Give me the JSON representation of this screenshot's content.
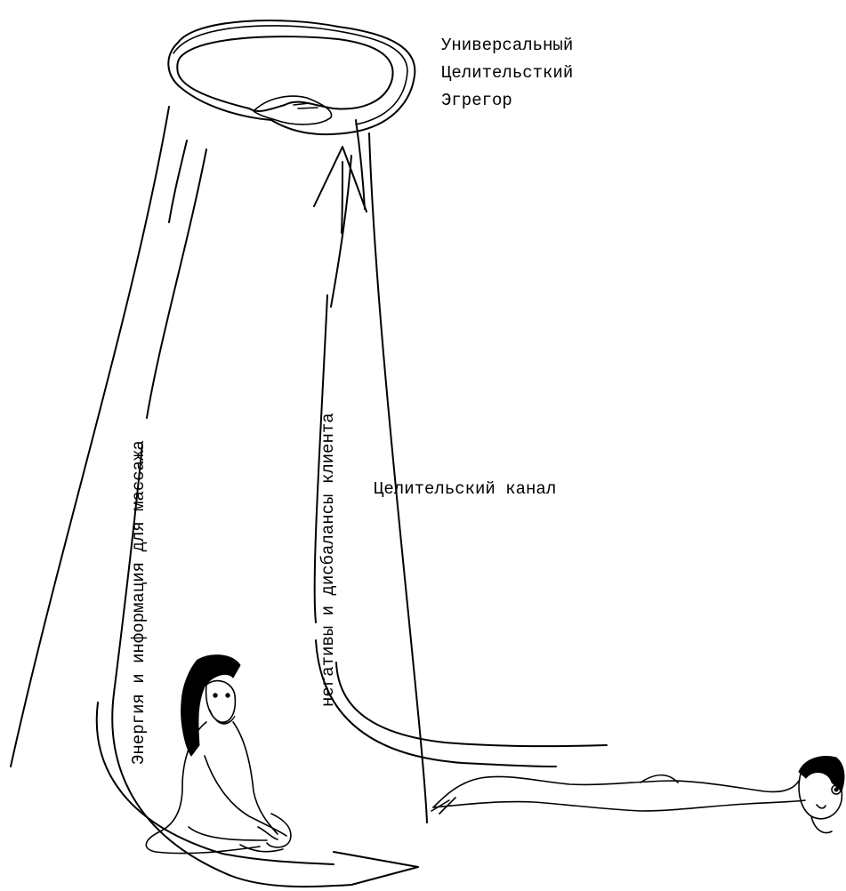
{
  "egregor_label": {
    "line1": "Универсальный",
    "line2": "Целительсткий",
    "line3": "Эгрегор"
  },
  "channel_label": "Целительский канал",
  "energy_label": "Энергия и информация для массажа",
  "negatives_label": "негативы и дисбалансы клиента"
}
